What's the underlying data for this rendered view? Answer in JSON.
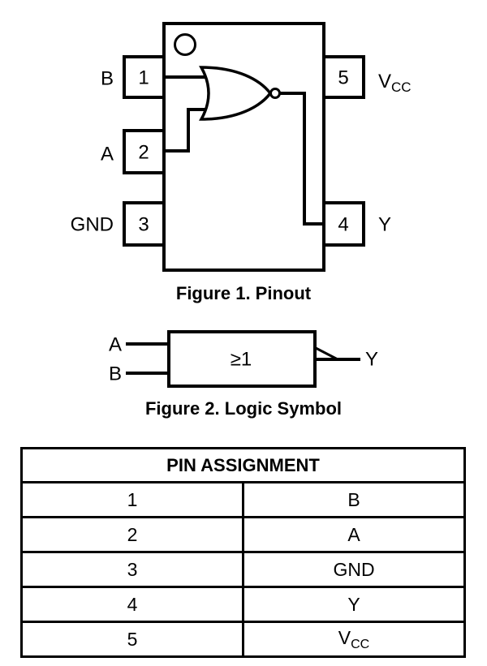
{
  "colors": {
    "ink": "#000000",
    "paper": "#ffffff"
  },
  "figure1": {
    "caption": "Figure 1. Pinout",
    "pin1": {
      "number": "1",
      "label": "B"
    },
    "pin2": {
      "number": "2",
      "label": "A"
    },
    "pin3": {
      "number": "3",
      "label": "GND"
    },
    "pin4": {
      "number": "4",
      "label": "Y"
    },
    "pin5": {
      "number": "5",
      "label_base": "V",
      "label_sub": "CC"
    }
  },
  "figure2": {
    "caption": "Figure 2. Logic Symbol",
    "input_a": "A",
    "input_b": "B",
    "output": "Y",
    "box_label": "≥1"
  },
  "pin_table": {
    "title": "PIN ASSIGNMENT",
    "rows": [
      {
        "pin": "1",
        "signal": "B"
      },
      {
        "pin": "2",
        "signal": "A"
      },
      {
        "pin": "3",
        "signal": "GND"
      },
      {
        "pin": "4",
        "signal": "Y"
      },
      {
        "pin": "5",
        "signal_base": "V",
        "signal_sub": "CC"
      }
    ]
  }
}
